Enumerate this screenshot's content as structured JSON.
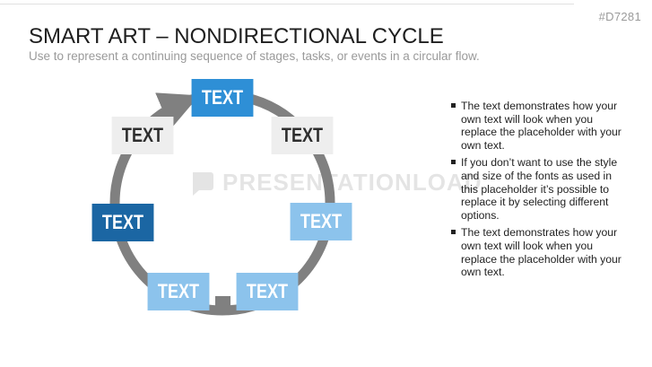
{
  "slide": {
    "id": "#D7281",
    "title": "SMART ART – NONDIRECTIONAL CYCLE",
    "subtitle": "Use to represent a continuing sequence of stages, tasks, or events in a circular flow."
  },
  "watermark": {
    "text": "PRESENTATIONLOAD",
    "icon": "presentationload-logo-icon"
  },
  "cycle": {
    "ring_color": "#808080",
    "boxes": [
      {
        "label": "TEXT",
        "color": "#2e8fd6"
      },
      {
        "label": "TEXT",
        "color": "#eeeeee"
      },
      {
        "label": "TEXT",
        "color": "#8cc3ec"
      },
      {
        "label": "TEXT",
        "color": "#8cc3ec"
      },
      {
        "label": "TEXT",
        "color": "#8cc3ec"
      },
      {
        "label": "TEXT",
        "color": "#1b66a3"
      },
      {
        "label": "TEXT",
        "color": "#eeeeee"
      }
    ]
  },
  "bullets": [
    "The text demonstrates how your own text will look when you replace the placeholder with your own text.",
    "If you don’t want to use the style and size of the fonts as used in this placeholder it’s possible to replace it by selecting different options.",
    "The text demonstrates how your own text will look when you replace the placeholder with your own text."
  ]
}
